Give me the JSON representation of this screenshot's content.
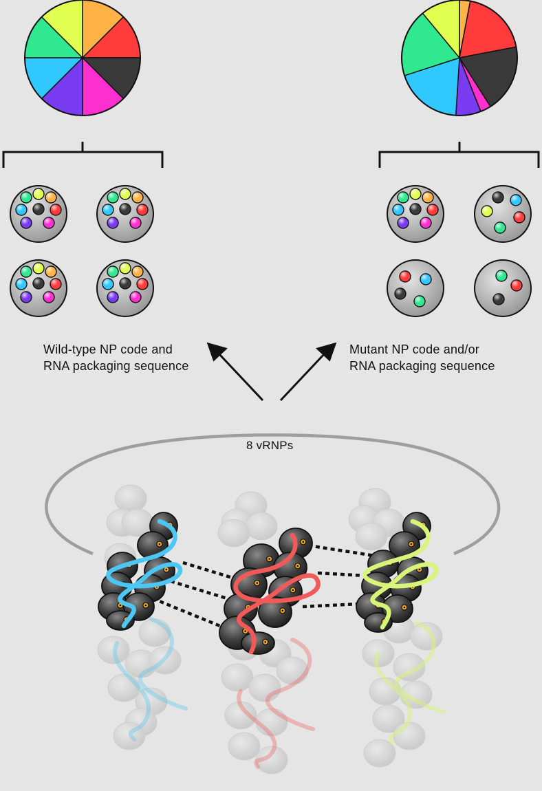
{
  "labels": {
    "wild_type_line1": "Wild-type NP code and",
    "wild_type_line2": "RNA packaging sequence",
    "mutant_line1": "Mutant NP code and/or",
    "mutant_line2": "RNA packaging sequence",
    "vrnp_count": "8 vRNPs"
  },
  "segment_colors": {
    "orange": "#ffb347",
    "red": "#ff3b3b",
    "black": "#3a3a3a",
    "magenta": "#ff2fd0",
    "violet": "#7a3cf0",
    "cyan": "#30c8ff",
    "green": "#30e890",
    "yellow": "#e0ff50"
  },
  "strand_colors": {
    "cyan": "#4cc6f2",
    "red": "#f25a5a",
    "yellow": "#d8f57a"
  },
  "pie_wild_type": {
    "segments": [
      {
        "color": "orange",
        "share": 12.5
      },
      {
        "color": "red",
        "share": 12.5
      },
      {
        "color": "black",
        "share": 12.5
      },
      {
        "color": "magenta",
        "share": 12.5
      },
      {
        "color": "violet",
        "share": 12.5
      },
      {
        "color": "cyan",
        "share": 12.5
      },
      {
        "color": "green",
        "share": 12.5
      },
      {
        "color": "yellow",
        "share": 12.5
      }
    ]
  },
  "pie_mutant": {
    "segments": [
      {
        "color": "orange",
        "share": 3
      },
      {
        "color": "red",
        "share": 19
      },
      {
        "color": "black",
        "share": 19
      },
      {
        "color": "magenta",
        "share": 3
      },
      {
        "color": "violet",
        "share": 7
      },
      {
        "color": "cyan",
        "share": 19
      },
      {
        "color": "green",
        "share": 19
      },
      {
        "color": "yellow",
        "share": 11
      }
    ]
  },
  "virions_wild_type": [
    [
      "green",
      "yellow",
      "orange",
      "cyan",
      "black",
      "red",
      "violet",
      "magenta"
    ],
    [
      "green",
      "yellow",
      "orange",
      "cyan",
      "black",
      "red",
      "violet",
      "magenta"
    ],
    [
      "green",
      "yellow",
      "orange",
      "cyan",
      "black",
      "red",
      "violet",
      "magenta"
    ],
    [
      "green",
      "yellow",
      "orange",
      "cyan",
      "black",
      "red",
      "violet",
      "magenta"
    ]
  ],
  "virions_mutant": [
    [
      "green",
      "yellow",
      "orange",
      "cyan",
      "black",
      "red",
      "violet",
      "magenta"
    ],
    [
      "black",
      "cyan",
      "yellow",
      "red",
      "green"
    ],
    [
      "red",
      "cyan",
      "black",
      "green"
    ],
    [
      "green",
      "red",
      "black"
    ]
  ]
}
